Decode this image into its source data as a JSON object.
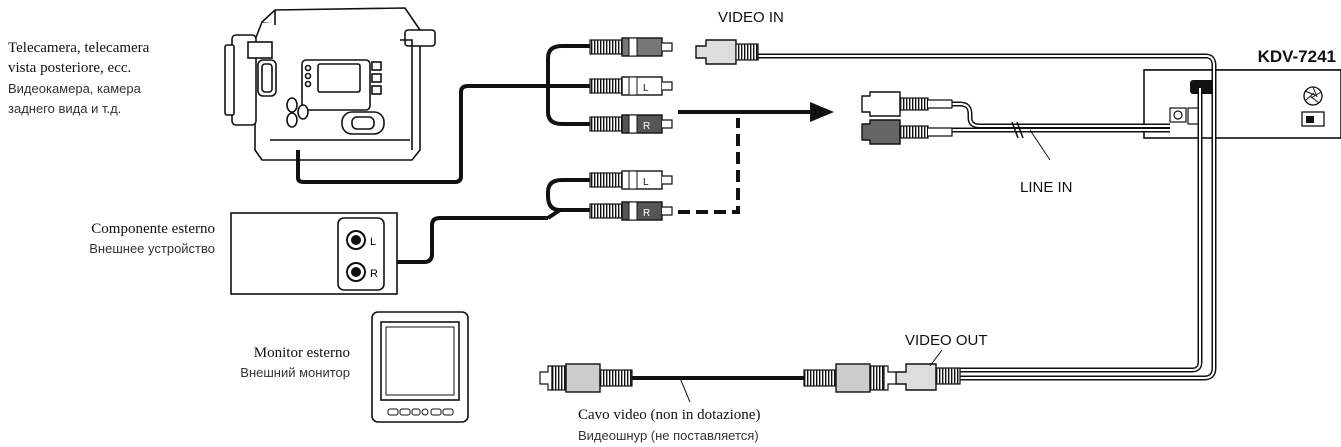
{
  "device": {
    "model": "KDV-7241"
  },
  "sources": {
    "camera": {
      "label_it_line1": "Telecamera, telecamera",
      "label_it_line2": "vista posteriore, ecc.",
      "label_ru_line1": "Видеокамера, камера",
      "label_ru_line2": "заднего вида и т.д."
    },
    "external_component": {
      "label_it": "Componente esterno",
      "label_ru": "Внешнее устройство",
      "jack_left": "L",
      "jack_right": "R"
    },
    "monitor": {
      "label_it": "Monitor esterno",
      "label_ru": "Внешний монитор"
    }
  },
  "ports": {
    "video_in": "VIDEO IN",
    "line_in": "LINE IN",
    "video_out": "VIDEO OUT"
  },
  "cable": {
    "label_it": "Cavo video (non in dotazione)",
    "label_ru": "Видеошнур (не поставляется)"
  },
  "plugs": {
    "left": "L",
    "right": "R"
  }
}
